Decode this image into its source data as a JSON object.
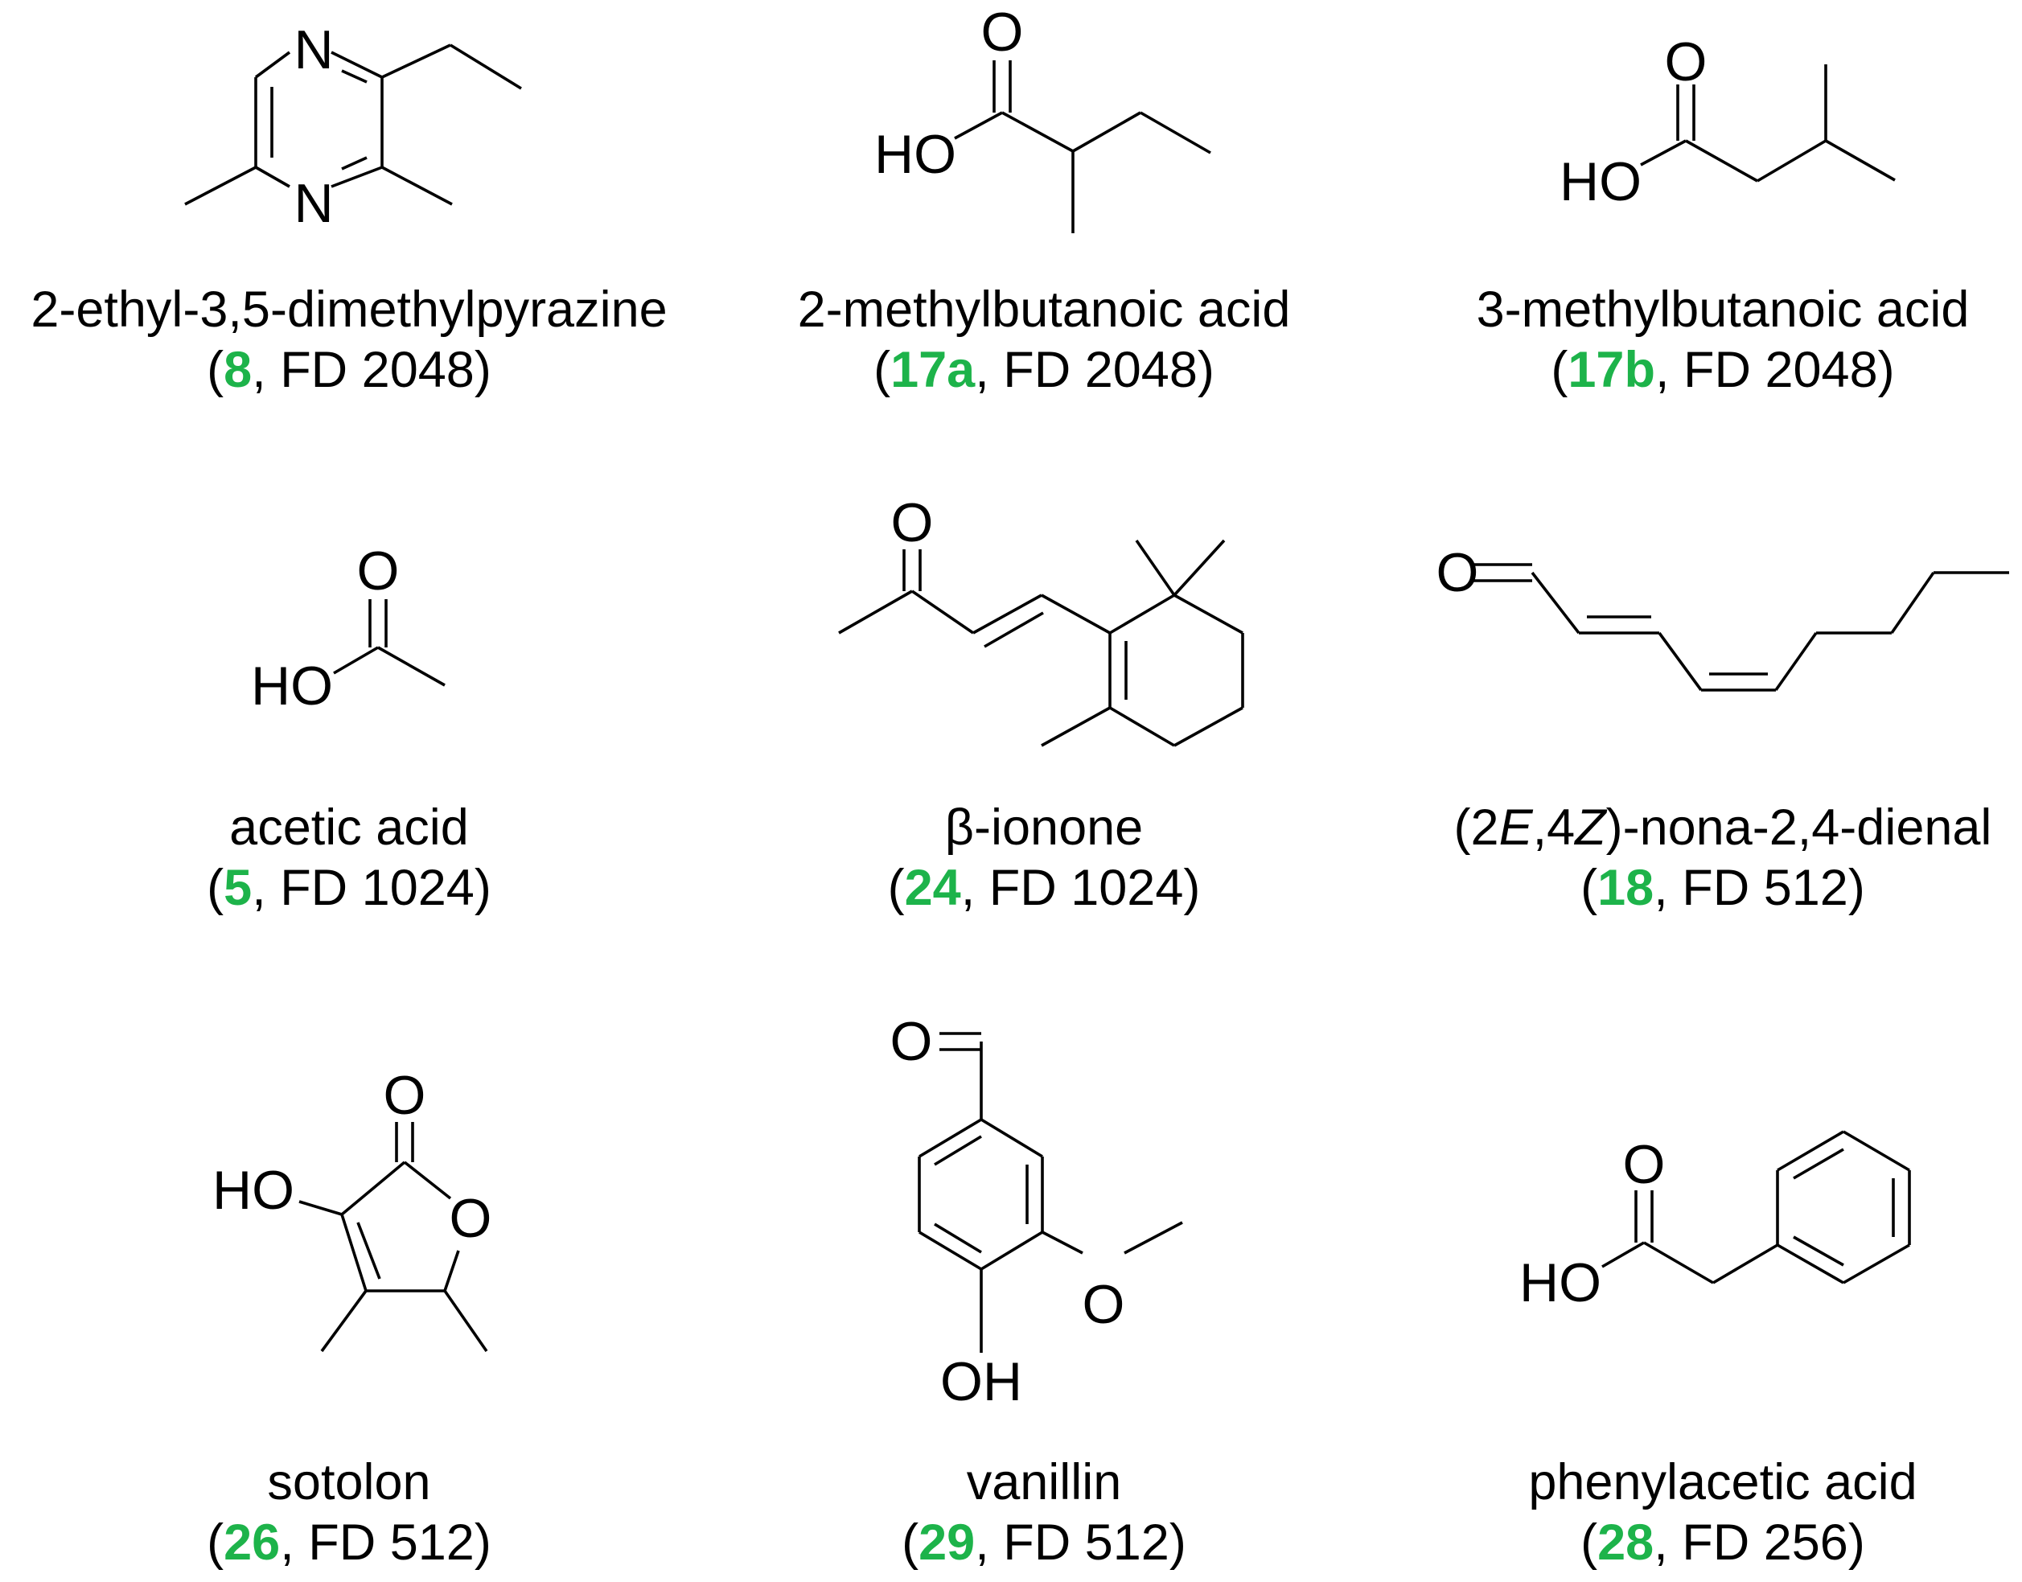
{
  "colors": {
    "bond": "#000000",
    "text": "#000000",
    "compound_number": "#1db34a"
  },
  "compounds": [
    {
      "name": "2-ethyl-3,5-dimethylpyrazine",
      "number": "8",
      "fd": "FD 2048",
      "atoms": [
        {
          "label": "N"
        },
        {
          "label": "N"
        }
      ]
    },
    {
      "name": "2-methylbutanoic acid",
      "number": "17a",
      "fd": "FD 2048",
      "atoms": [
        {
          "label": "O"
        },
        {
          "label": "HO"
        }
      ]
    },
    {
      "name": "3-methylbutanoic acid",
      "number": "17b",
      "fd": "FD 2048",
      "atoms": [
        {
          "label": "O"
        },
        {
          "label": "HO"
        }
      ]
    },
    {
      "name": "acetic acid",
      "number": "5",
      "fd": "FD 1024",
      "atoms": [
        {
          "label": "O"
        },
        {
          "label": "HO"
        }
      ]
    },
    {
      "name": "β-ionone",
      "number": "24",
      "fd": "FD 1024",
      "atoms": [
        {
          "label": "O"
        }
      ]
    },
    {
      "name_parts": [
        "(2",
        "E",
        ",4",
        "Z",
        ")-nona-2,4-dienal"
      ],
      "number": "18",
      "fd": "FD 512",
      "atoms": [
        {
          "label": "O"
        }
      ]
    },
    {
      "name": "sotolon",
      "number": "26",
      "fd": "FD 512",
      "atoms": [
        {
          "label": "O"
        },
        {
          "label": "HO"
        },
        {
          "label": "O"
        }
      ]
    },
    {
      "name": "vanillin",
      "number": "29",
      "fd": "FD 512",
      "atoms": [
        {
          "label": "O"
        },
        {
          "label": "O"
        },
        {
          "label": "OH"
        }
      ]
    },
    {
      "name": "phenylacetic acid",
      "number": "28",
      "fd": "FD 256",
      "atoms": [
        {
          "label": "O"
        },
        {
          "label": "HO"
        }
      ]
    }
  ],
  "punct": {
    "open": "(",
    "sep": ", ",
    "close": ")"
  }
}
